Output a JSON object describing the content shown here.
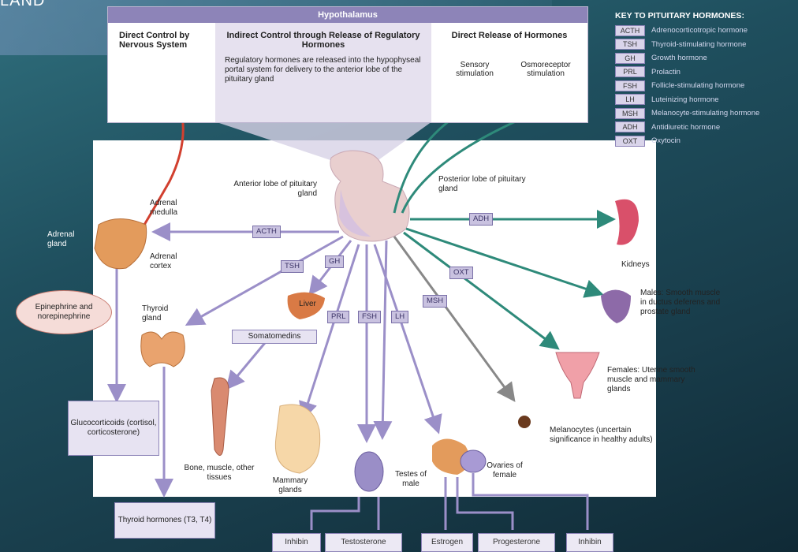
{
  "slide": {
    "title": "LAND"
  },
  "hypothalamus": {
    "header": "Hypothalamus",
    "col1_title": "Direct Control by Nervous System",
    "col2_title": "Indirect Control through Release of Regulatory Hormones",
    "col2_text": "Regulatory hormones are released into the hypophyseal portal system for delivery to the anterior lobe of the pituitary gland",
    "col3_title": "Direct Release of Hormones",
    "stim1": "Sensory stimulation",
    "stim2": "Osmoreceptor stimulation"
  },
  "key": {
    "title": "KEY TO PITUITARY HORMONES:",
    "items": [
      {
        "abbr": "ACTH",
        "name": "Adrenocorticotropic hormone"
      },
      {
        "abbr": "TSH",
        "name": "Thyroid-stimulating hormone"
      },
      {
        "abbr": "GH",
        "name": "Growth hormone"
      },
      {
        "abbr": "PRL",
        "name": "Prolactin"
      },
      {
        "abbr": "FSH",
        "name": "Follicle-stimulating hormone"
      },
      {
        "abbr": "LH",
        "name": "Luteinizing hormone"
      },
      {
        "abbr": "MSH",
        "name": "Melanocyte-stimulating hormone"
      },
      {
        "abbr": "ADH",
        "name": "Antidiuretic hormone"
      },
      {
        "abbr": "OXT",
        "name": "Oxytocin"
      }
    ]
  },
  "labels": {
    "anterior": "Anterior lobe of pituitary gland",
    "posterior": "Posterior lobe of pituitary gland",
    "adrenal_gland": "Adrenal gland",
    "adrenal_medulla": "Adrenal medulla",
    "adrenal_cortex": "Adrenal cortex",
    "epinephrine": "Epinephrine and norepinephrine",
    "thyroid_gland": "Thyroid gland",
    "liver": "Liver",
    "somatomedins": "Somatomedins",
    "glucocorticoids": "Glucocorticoids (cortisol, corticosterone)",
    "bone": "Bone, muscle, other tissues",
    "mammary": "Mammary glands",
    "testes": "Testes of male",
    "ovaries": "Ovaries of female",
    "kidneys": "Kidneys",
    "males": "Males: Smooth muscle in ductus deferens and prostate gland",
    "females": "Females: Uterine smooth muscle and mammary glands",
    "melanocytes": "Melanocytes (uncertain significance in healthy adults)",
    "thyroid_hormones": "Thyroid hormones (T3, T4)"
  },
  "hormone_tags": {
    "acth": "ACTH",
    "tsh": "TSH",
    "gh": "GH",
    "prl": "PRL",
    "fsh": "FSH",
    "lh": "LH",
    "msh": "MSH",
    "adh": "ADH",
    "oxt": "OXT"
  },
  "bottom": {
    "inhibin1": "Inhibin",
    "testosterone": "Testosterone",
    "estrogen": "Estrogen",
    "progesterone": "Progesterone",
    "inhibin2": "Inhibin"
  },
  "colors": {
    "purple_arrow": "#9b8fc8",
    "teal_arrow": "#2e8a7a",
    "red_nerve": "#d2402f",
    "gray_arrow": "#888888"
  }
}
